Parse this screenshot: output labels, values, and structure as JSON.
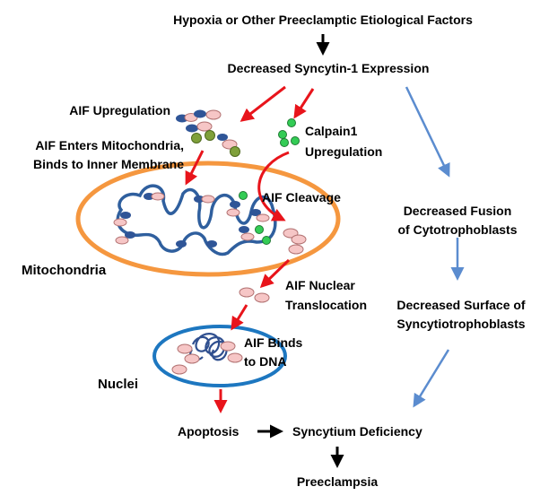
{
  "labels": {
    "hypoxia": "Hypoxia or  Other Preeclamptic Etiological Factors",
    "syncytin": "Decreased Syncytin-1 Expression",
    "aif_up": "AIF Upregulation",
    "aif_enters_1": "AIF Enters Mitochondria,",
    "aif_enters_2": "Binds to Inner Membrane",
    "calpain_1": "Calpain1",
    "calpain_2": "Upregulation",
    "aif_cleavage": "AIF Cleavage",
    "mitochondria": "Mitochondria",
    "aif_nuc_1": "AIF Nuclear",
    "aif_nuc_2": "Translocation",
    "aif_binds_1": "AIF Binds",
    "aif_binds_2": "to DNA",
    "nuclei": "Nuclei",
    "fusion_1": "Decreased  Fusion",
    "fusion_2": "of Cytotrophoblasts",
    "surface_1": "Decreased  Surface of",
    "surface_2": "Syncytiotrophoblasts",
    "apoptosis": "Apoptosis",
    "syncytium": "Syncytium Deficiency",
    "preeclampsia": "Preeclampsia"
  },
  "colors": {
    "red_arrow": "#e8141b",
    "blue_arrow": "#5b8ccf",
    "black_arrow": "#000000",
    "mito_border": "#f5973f",
    "membrane": "#2f5f9e",
    "aif_fill": "#f6c6c6",
    "aif_stroke": "#b27272",
    "protein_blue": "#2f5597",
    "calpain_fill": "#33cc55",
    "calpain_stroke": "#1f7a33",
    "olive_fill": "#7fa03a",
    "nucleus_border": "#1d77c0",
    "dna": "#2f4f8f"
  }
}
